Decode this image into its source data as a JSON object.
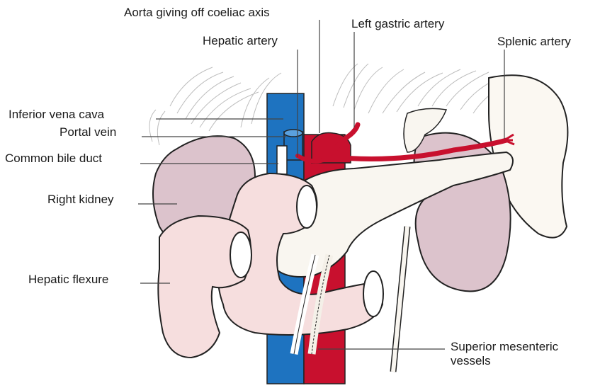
{
  "labels": {
    "aorta": "Aorta giving off coeliac axis",
    "left_gastric": "Left gastric artery",
    "hepatic_artery": "Hepatic artery",
    "splenic_artery": "Splenic artery",
    "ivc": "Inferior vena cava",
    "portal_vein": "Portal vein",
    "bile_duct": "Common bile duct",
    "right_kidney": "Right kidney",
    "hepatic_flexure": "Hepatic flexure",
    "sm_vessels_line1": "Superior mesenteric",
    "sm_vessels_line2": "vessels"
  },
  "colors": {
    "vein_blue": "#1e73c0",
    "artery_red": "#c8102e",
    "kidney": "#dcc3cc",
    "bowel": "#f6dede",
    "pancreas": "#f9f6f0",
    "spleen": "#fbf8f2",
    "outline": "#222222"
  }
}
